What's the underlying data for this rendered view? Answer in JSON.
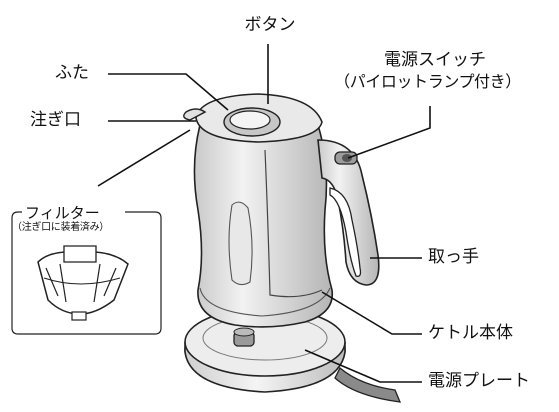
{
  "labels": {
    "button": "ボタン",
    "lid": "ふた",
    "spout": "注ぎ口",
    "power_switch_line1": "電源スイッチ",
    "power_switch_line2": "（パイロットランプ付き）",
    "filter": "フィルター",
    "filter_note": "（注ぎ口に装着済み）",
    "handle": "取っ手",
    "kettle_body": "ケトル本体",
    "power_plate": "電源プレート"
  }
}
